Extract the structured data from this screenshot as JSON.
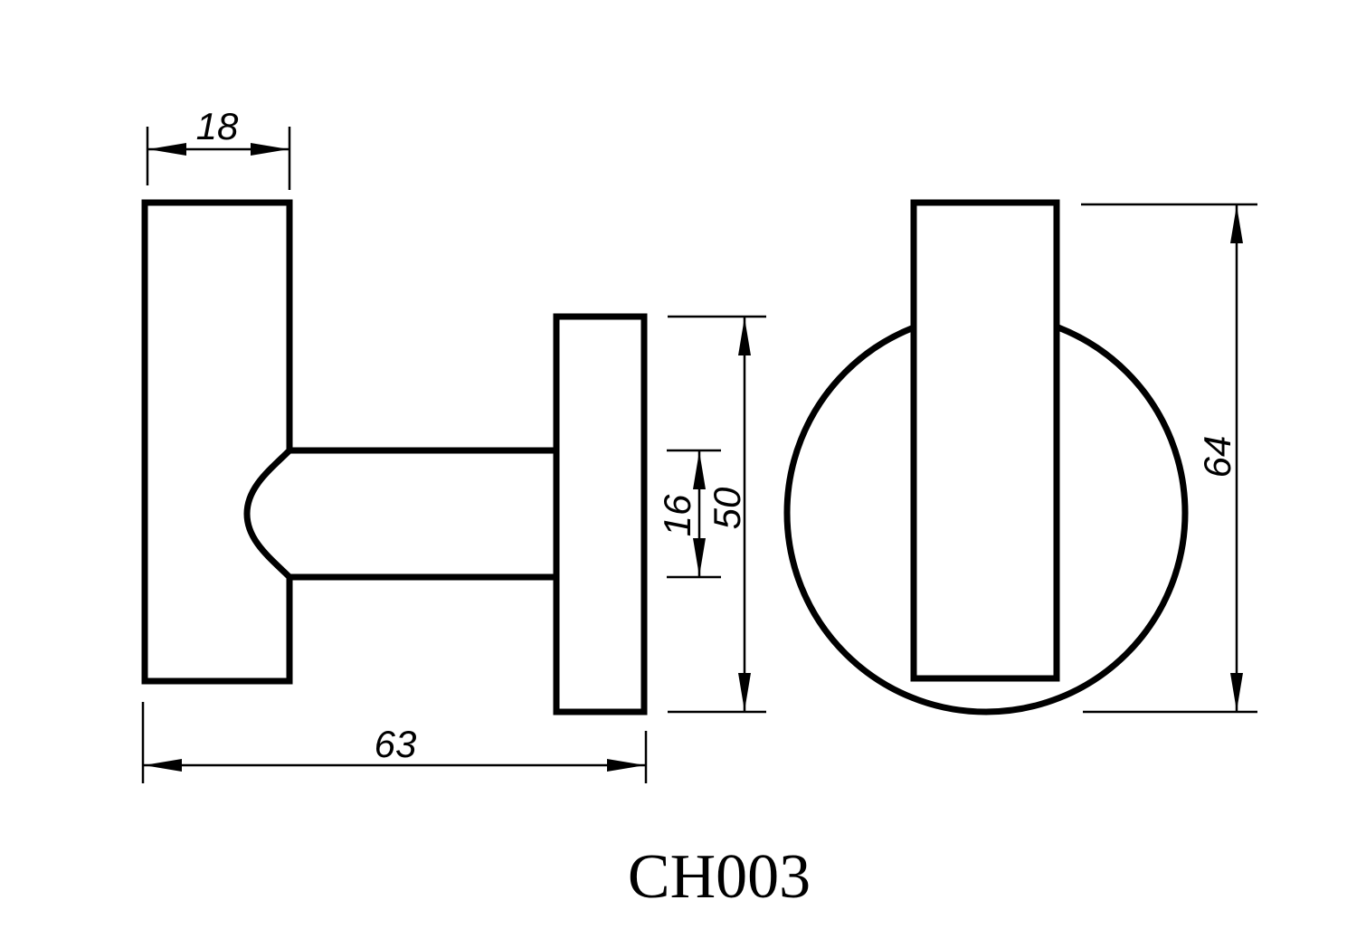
{
  "drawing": {
    "part_code": "CH003",
    "line_color": "#000000",
    "background_color": "#ffffff",
    "dimensions": {
      "bar_depth": "18",
      "overall_length": "63",
      "stem_diameter": "16",
      "backplate_diameter": "50",
      "overall_height": "64"
    }
  }
}
